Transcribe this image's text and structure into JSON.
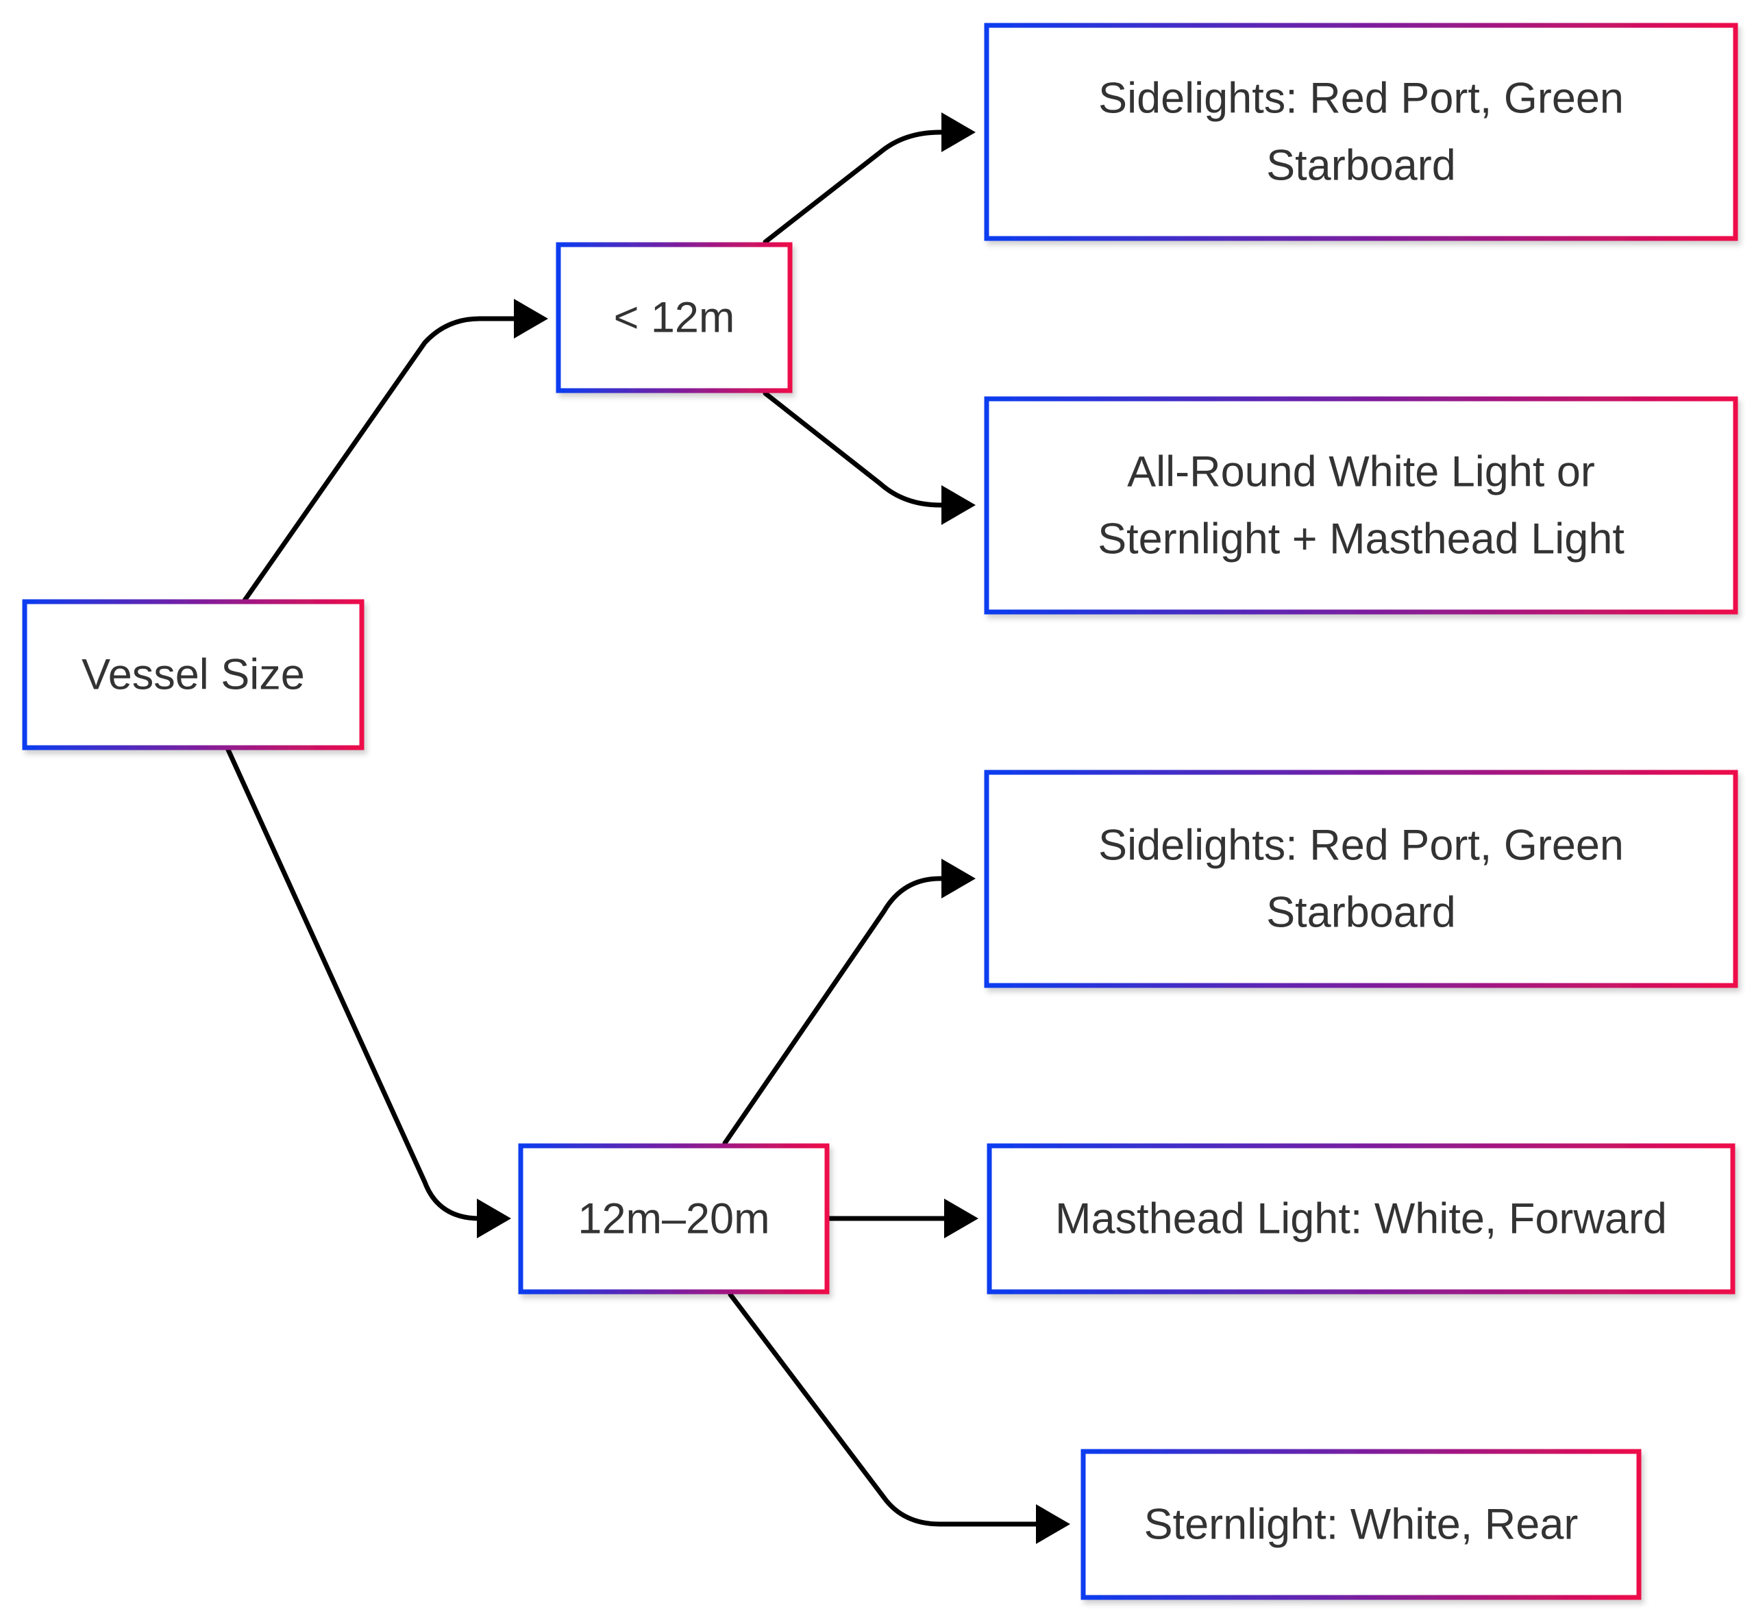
{
  "diagram": {
    "type": "flowchart",
    "direction": "left-to-right",
    "colors": {
      "border_gradient_start": "#0a3cf0",
      "border_gradient_mid": "#7a1fa0",
      "border_gradient_end": "#ee0c4a",
      "node_fill": "#ffffff",
      "text": "#333333",
      "edge": "#000000"
    },
    "nodes": [
      {
        "id": "vessel",
        "lines": [
          "Vessel Size"
        ]
      },
      {
        "id": "small",
        "lines": [
          "< 12m"
        ]
      },
      {
        "id": "medium",
        "lines": [
          "12m–20m"
        ]
      },
      {
        "id": "small_sidelights",
        "lines": [
          "Sidelights: Red Port, Green",
          "Starboard"
        ]
      },
      {
        "id": "small_allround",
        "lines": [
          "All-Round White Light or",
          "Sternlight + Masthead Light"
        ]
      },
      {
        "id": "medium_sidelights",
        "lines": [
          "Sidelights: Red Port, Green",
          "Starboard"
        ]
      },
      {
        "id": "medium_masthead",
        "lines": [
          "Masthead Light: White, Forward"
        ]
      },
      {
        "id": "medium_sternlight",
        "lines": [
          "Sternlight: White, Rear"
        ]
      }
    ],
    "edges": [
      {
        "from": "vessel",
        "to": "small"
      },
      {
        "from": "vessel",
        "to": "medium"
      },
      {
        "from": "small",
        "to": "small_sidelights"
      },
      {
        "from": "small",
        "to": "small_allround"
      },
      {
        "from": "medium",
        "to": "medium_sidelights"
      },
      {
        "from": "medium",
        "to": "medium_masthead"
      },
      {
        "from": "medium",
        "to": "medium_sternlight"
      }
    ]
  }
}
